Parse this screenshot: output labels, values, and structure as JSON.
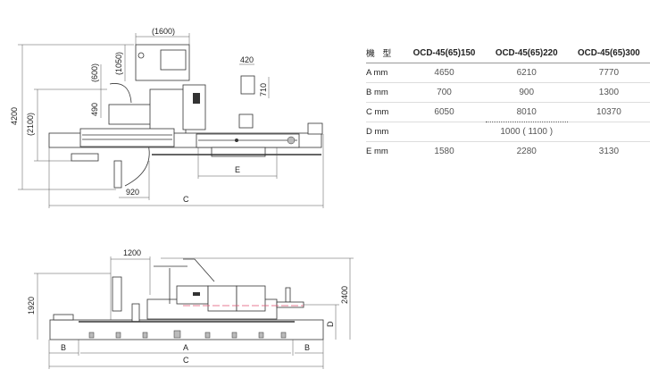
{
  "spec_table": {
    "header": [
      "機 型",
      "OCD-45(65)150",
      "OCD-45(65)220",
      "OCD-45(65)300"
    ],
    "rows": [
      {
        "label": "A mm",
        "values": [
          "4650",
          "6210",
          "7770"
        ]
      },
      {
        "label": "B mm",
        "values": [
          "700",
          "900",
          "1300"
        ]
      },
      {
        "label": "C mm",
        "values": [
          "6050",
          "8010",
          "10370"
        ]
      },
      {
        "label": "D mm",
        "merged": "1000 ( 1100 )"
      },
      {
        "label": "E mm",
        "values": [
          "1580",
          "2280",
          "3130"
        ]
      }
    ]
  },
  "top_view": {
    "dims": {
      "h4200": "4200",
      "h2100": "(2100)",
      "w1600": "(1600)",
      "h1050": "(1050)",
      "h600": "(600)",
      "h490": "490",
      "w420": "420",
      "h710": "710",
      "e": "E",
      "w920": "920",
      "c": "C"
    }
  },
  "side_view": {
    "dims": {
      "w1200": "1200",
      "h1920": "1920",
      "h2400": "2400",
      "d": "D",
      "b_left": "B",
      "a": "A",
      "b_right": "B",
      "c": "C"
    }
  },
  "colors": {
    "line": "#333333",
    "centerline": "#e05070"
  }
}
